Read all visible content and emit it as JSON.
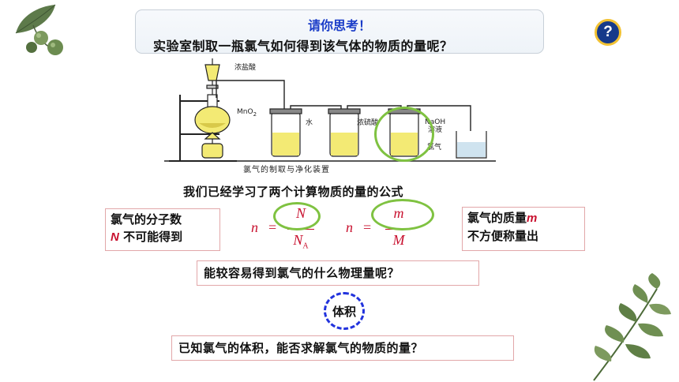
{
  "header": {
    "heading": "请你思考！",
    "question": "实验室制取一瓶氯气如何得到该气体的物质的量呢？"
  },
  "help_button": {
    "label": "?"
  },
  "apparatus": {
    "labels": {
      "hcl": "浓盐酸",
      "mno2": "MnO",
      "mno2_sub": "2",
      "water": "水",
      "h2so4": "浓硫酸",
      "naoh_1": "NaOH",
      "naoh_2": "溶液",
      "cl2": "氯气"
    },
    "caption": "氯气的制取与净化装置"
  },
  "main": {
    "subtitle": "我们已经学习了两个计算物质的量的公式",
    "note_left": {
      "line1": "氯气的分子数",
      "symbol": "N",
      "line2_rest": " 不可能得到"
    },
    "note_right": {
      "line1_text": "氯气的质量",
      "symbol": "m",
      "line2": "不方便称量出"
    },
    "formula1": {
      "lhs": "n",
      "eq": "=",
      "numerator": "N",
      "denominator": "N",
      "denominator_sub": "A"
    },
    "formula2": {
      "lhs": "n",
      "eq": "=",
      "numerator": "m",
      "denominator": "M"
    },
    "question1": "能较容易得到氯气的什么物理量呢？",
    "volume_badge": "体积",
    "question2": "已知氯气的体积，能否求解氯气的物质的量？"
  },
  "colors": {
    "title_blue": "#1a3cc8",
    "accent_red": "#c8102e",
    "ring_green": "#7fc241",
    "badge_blue": "#2233dd",
    "help_navy": "#163a8a",
    "help_gold": "#f2c233"
  },
  "icons": {
    "help": "question-mark-icon",
    "decoration_top_left": "berry-leaf-decoration",
    "decoration_bottom_right": "fern-leaf-decoration"
  }
}
